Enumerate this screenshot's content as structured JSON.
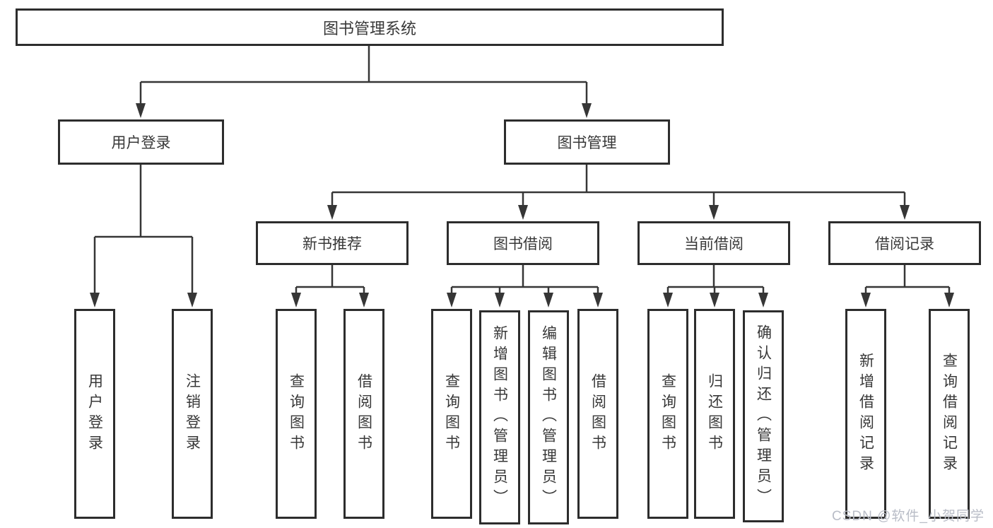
{
  "tree": {
    "label": "图书管理系统",
    "children": [
      {
        "label": "用户登录",
        "children": [
          {
            "label": "用户登录"
          },
          {
            "label": "注销登录"
          }
        ]
      },
      {
        "label": "图书管理",
        "children": [
          {
            "label": "新书推荐",
            "children": [
              {
                "label": "查询图书"
              },
              {
                "label": "借阅图书"
              }
            ]
          },
          {
            "label": "图书借阅",
            "children": [
              {
                "label": "查询图书"
              },
              {
                "label": "新增图书（管理员）"
              },
              {
                "label": "编辑图书（管理员）"
              },
              {
                "label": "借阅图书"
              }
            ]
          },
          {
            "label": "当前借阅",
            "children": [
              {
                "label": "查询图书"
              },
              {
                "label": "归还图书"
              },
              {
                "label": "确认归还（管理员）"
              }
            ]
          },
          {
            "label": "借阅记录",
            "children": [
              {
                "label": "新增借阅记录"
              },
              {
                "label": "查询借阅记录"
              }
            ]
          }
        ]
      }
    ]
  },
  "watermark": {
    "text": "CSDN @软件_小贺同学"
  },
  "colors": {
    "line": "#363636",
    "box_border": "#2d2d2d",
    "text": "#383838",
    "watermark": "#b9bdc7",
    "background": "#ffffff"
  }
}
